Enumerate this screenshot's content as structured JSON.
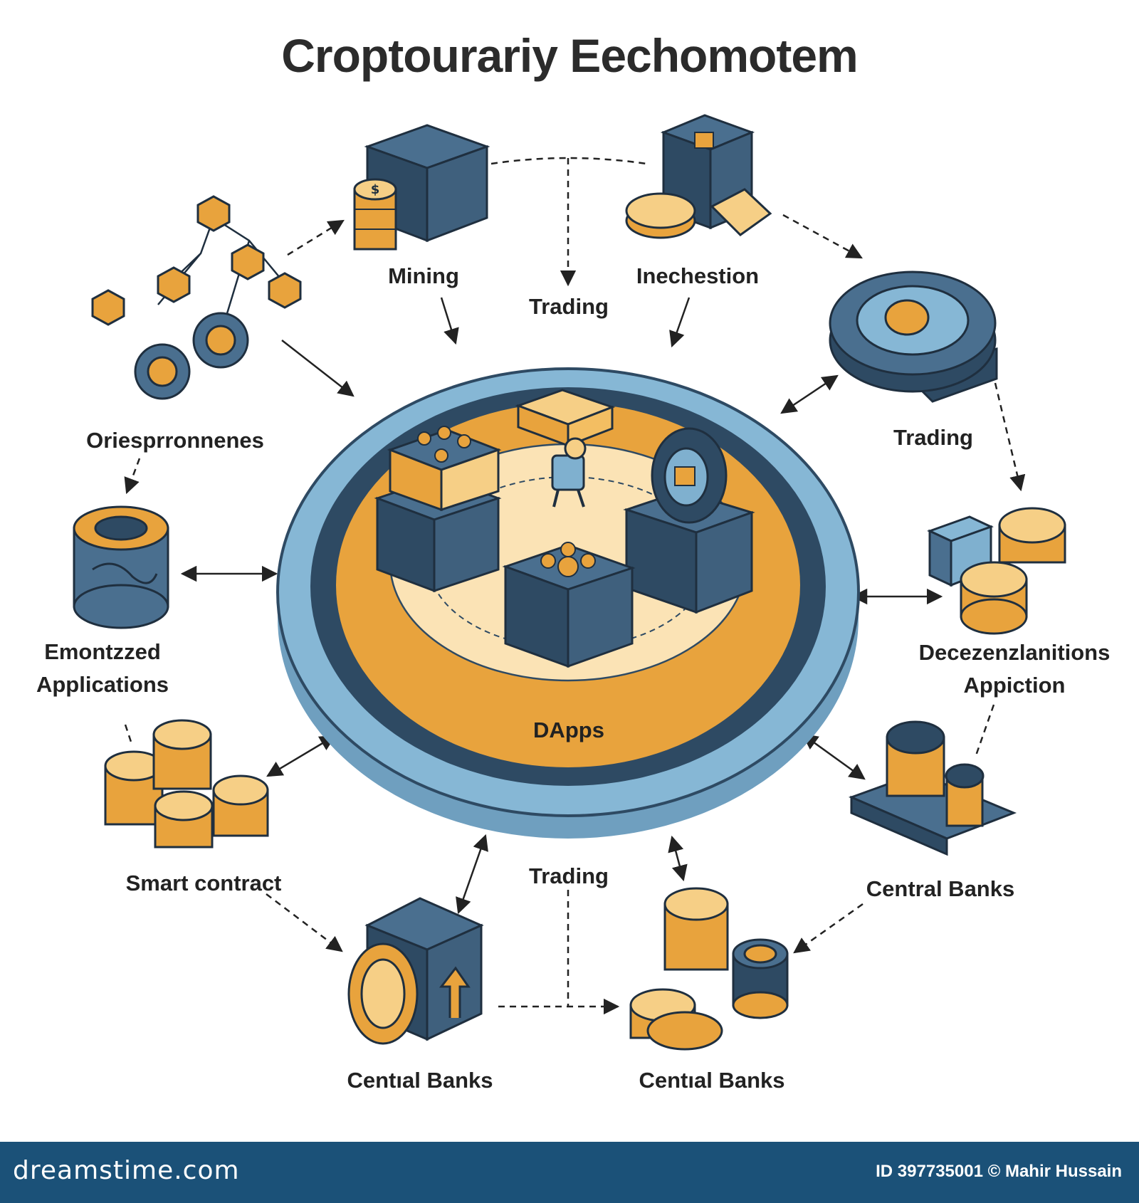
{
  "title": "Croptourariy Eechomotem",
  "center_label": "DApps",
  "nodes": {
    "mining": "Mining",
    "trading_top": "Trading",
    "inechestion": "Inechestion",
    "oriesprronnenes": "Oriesprronnenes",
    "trading_right": "Trading",
    "emontzzed_line1": "Emontzzed",
    "emontzzed_line2": "Applications",
    "decentralizations_line1": "Decezenzlanitions",
    "decentralizations_line2": "Appiction",
    "smart_contract": "Smart contract",
    "trading_bottom": "Trading",
    "central_banks_right": "Central Banks",
    "central_banks_bottom_left": "Centıal Banks",
    "central_banks_bottom_right": "Centıal Banks"
  },
  "footer": {
    "brand": "dreamstime.com",
    "id_text": "ID 397735001 © Mahir Hussain"
  },
  "colors": {
    "navy": "#2e4a63",
    "slate_blue": "#4a6f8f",
    "light_blue": "#7fb0cf",
    "orange": "#e8a33d",
    "light_orange": "#f6cf86",
    "cream": "#fbe3b5",
    "footer": "#1b5178"
  },
  "icons": [
    "mining-cube-icon",
    "exchange-vault-icon",
    "network-coins-icon",
    "vault-ring-icon",
    "storage-drum-icon",
    "decentral-coins-icon",
    "coin-stacks-icon",
    "central-bank-icon",
    "token-cube-icon",
    "coin-piles-icon",
    "robot-icon",
    "security-lock-icon"
  ]
}
